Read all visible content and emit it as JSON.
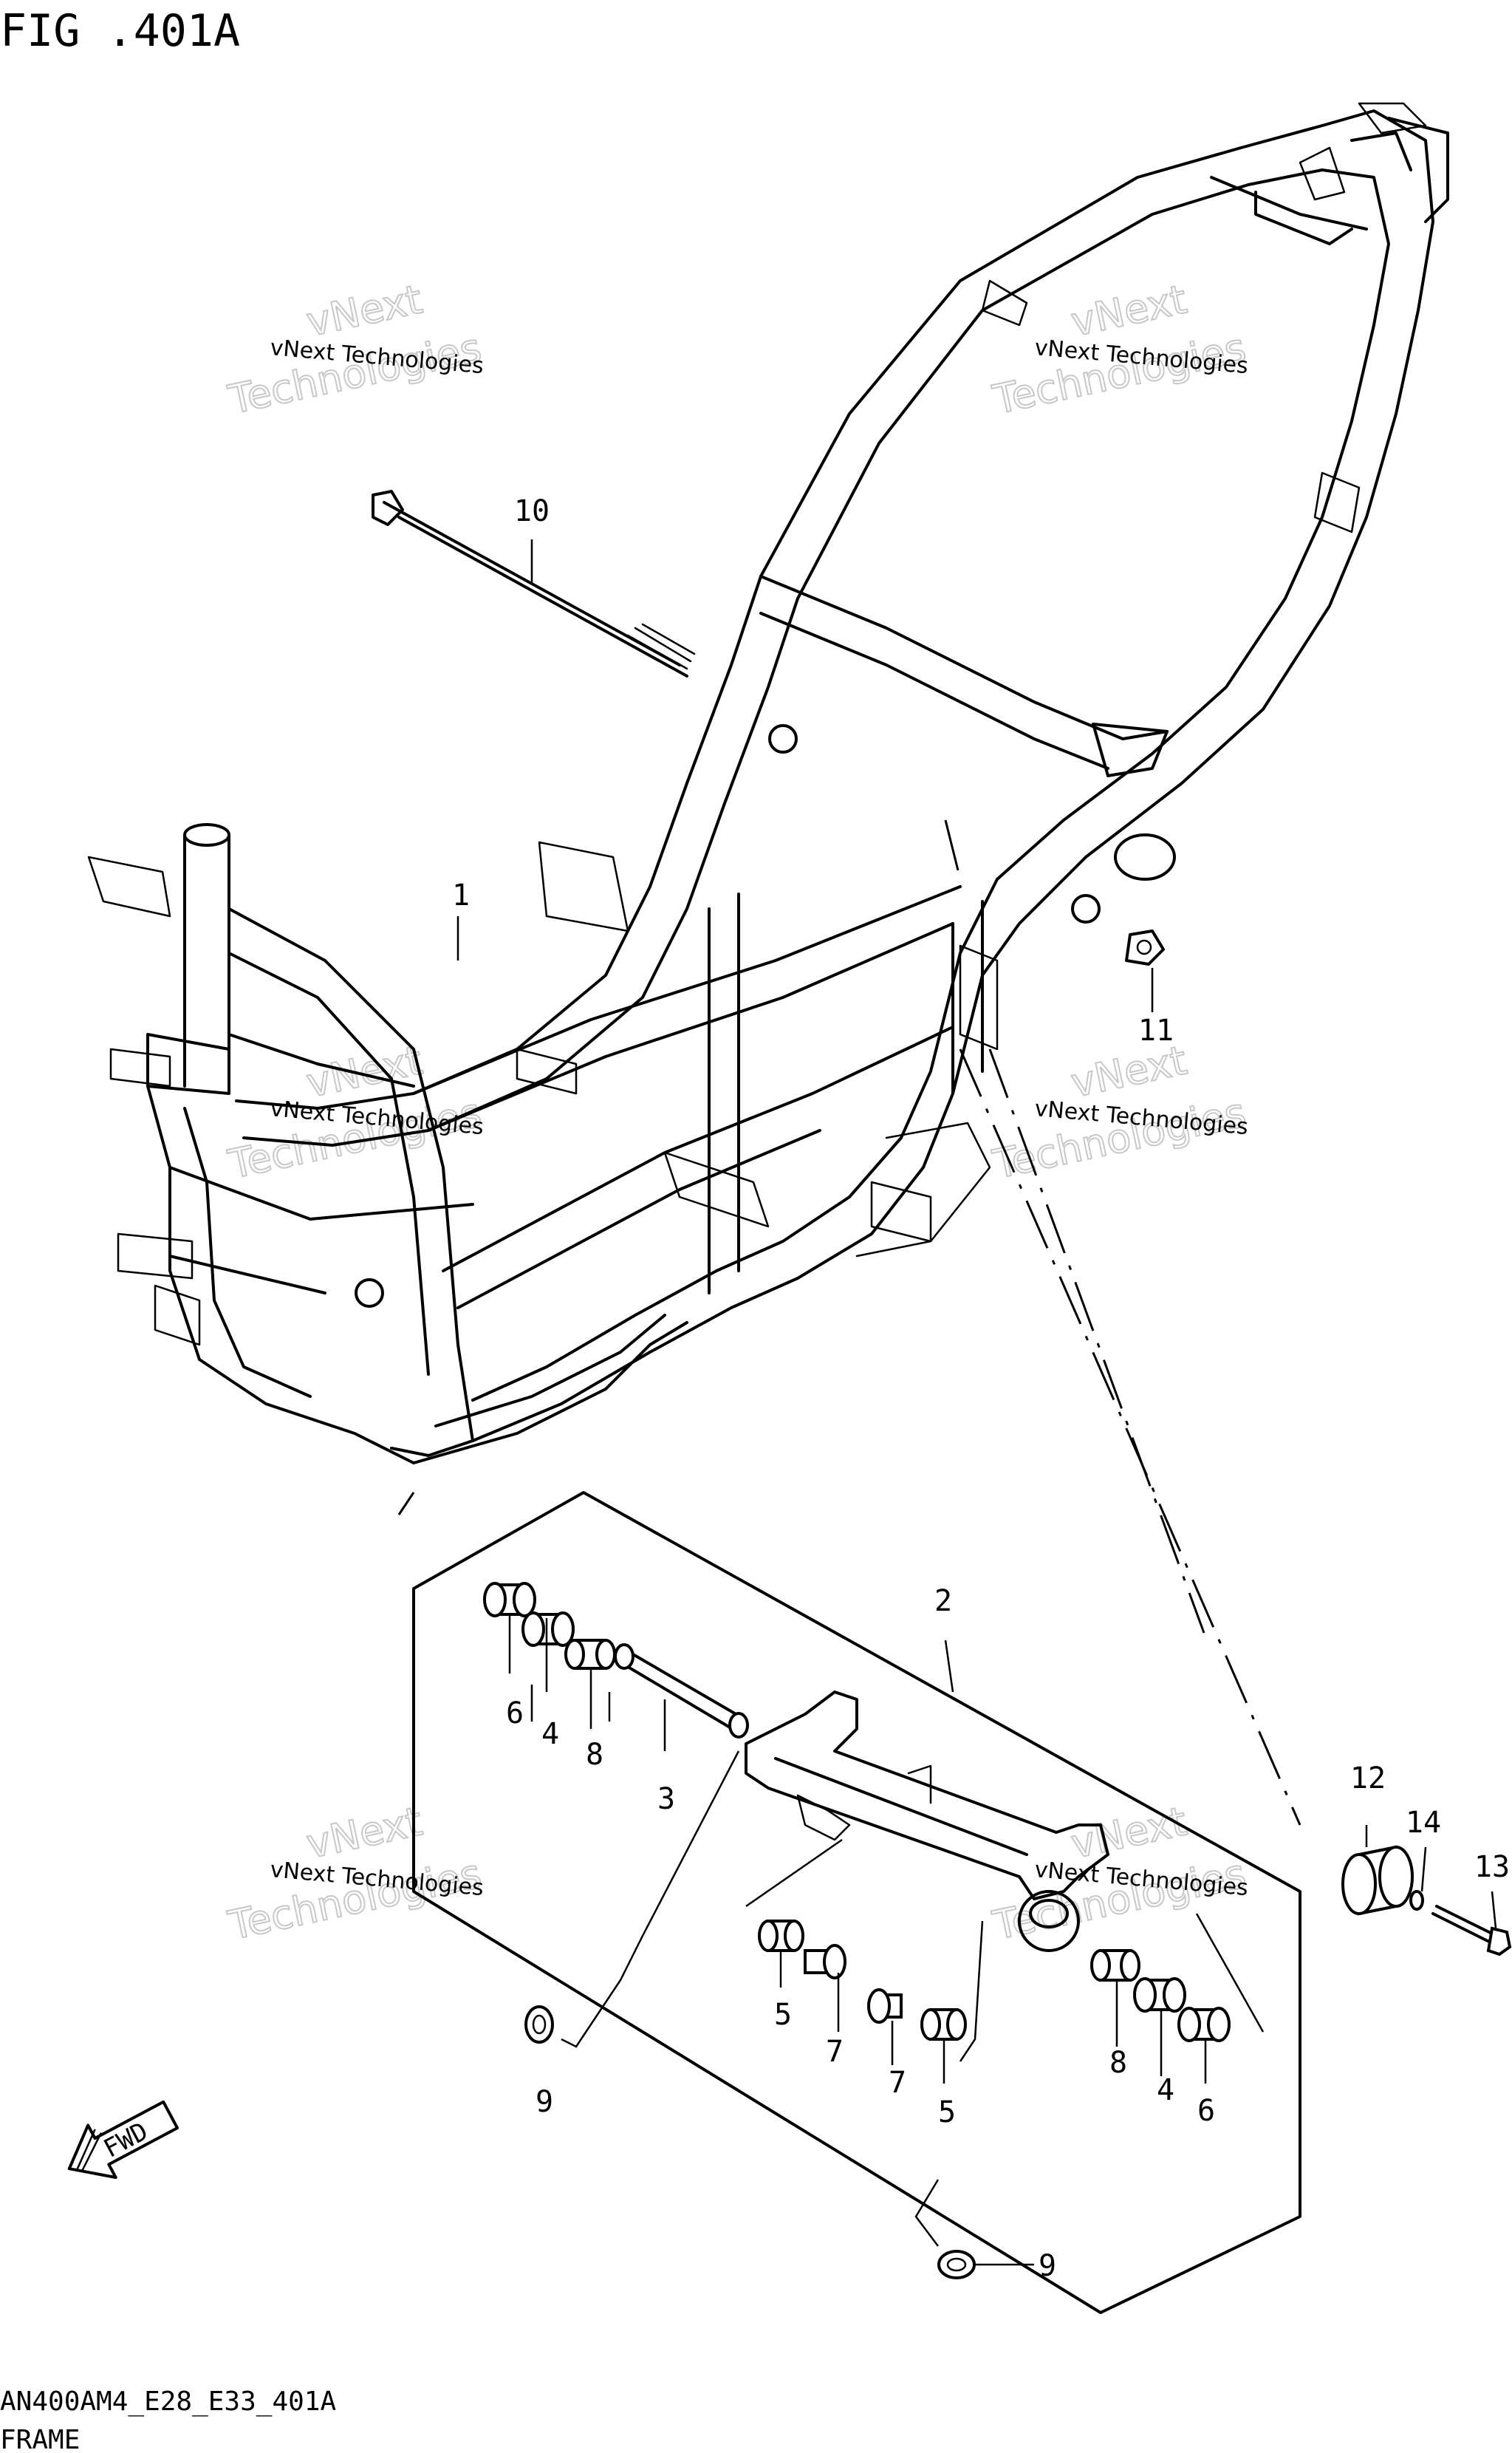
{
  "header": {
    "fig_label": "FIG .401A"
  },
  "footer": {
    "model_code": "AN400AM4_E28_E33_401A",
    "section_name": "FRAME"
  },
  "watermark": {
    "line1": "vNext Technologies",
    "line2": "Technologies",
    "over": "vNext"
  },
  "fwd_label": "FWD",
  "callouts": {
    "c1": "1",
    "c2": "2",
    "c3": "3",
    "c4a": "4",
    "c4b": "4",
    "c5a": "5",
    "c5b": "5",
    "c6a": "6",
    "c6b": "6",
    "c7a": "7",
    "c7b": "7",
    "c8a": "8",
    "c8b": "8",
    "c9a": "9",
    "c9b": "9",
    "c10": "10",
    "c11": "11",
    "c12": "12",
    "c13": "13",
    "c14": "14"
  }
}
